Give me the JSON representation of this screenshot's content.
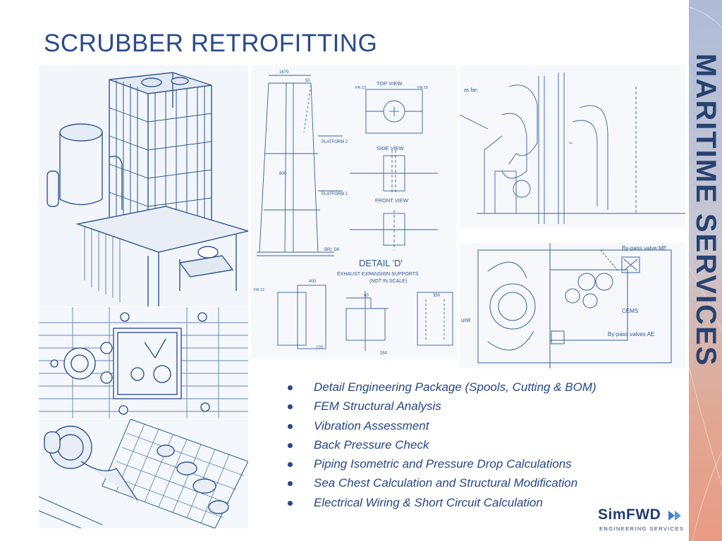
{
  "slide": {
    "title": "SCRUBBER RETROFITTING"
  },
  "drawings": {
    "labels": {
      "top_view": "TOP VIEW",
      "side_view": "SIDE VIEW",
      "front_view": "FRONT VIEW",
      "detail": "DETAIL 'D'",
      "supports": "EXHAUST EXPANSION SUPPORTS",
      "not_in_scale": "(NOT IN SCALE)",
      "platform_2": "PLATFORM 2",
      "platform_1": "PLATFORM 1",
      "bri_dk": "BRI. DK",
      "fr13": "FR.13",
      "fr16": "FR.16",
      "dim_1670": "1670",
      "dim_50": "50",
      "dim_400": "400",
      "dim_60": "60",
      "dim_350": "350",
      "dim_250": "250",
      "dim_170": "170",
      "dim_800": "800",
      "fan": "as fan",
      "bypass_me": "By-pass valve ME",
      "cems": "CEMS",
      "bypass_ae": "By-pass valves AE",
      "unit": "unit"
    }
  },
  "services": [
    "Detail Engineering Package (Spools, Cutting & BOM)",
    "FEM Structural Analysis",
    "Vibration Assessment",
    "Back Pressure Check",
    "Piping Isometric and Pressure Drop Calculations",
    "Sea Chest Calculation and Structural Modification",
    "Electrical Wiring & Short Circuit Calculation"
  ],
  "sidebar": {
    "text": "MARITIME SERVICES",
    "colors": {
      "top": "#a9b9d6",
      "bottom": "#e8a08a"
    }
  },
  "logo": {
    "name": "SimFWD",
    "tagline": "ENGINEERING SERVICES",
    "color": "#233a73",
    "arrow_color": "#3a7fc8"
  }
}
